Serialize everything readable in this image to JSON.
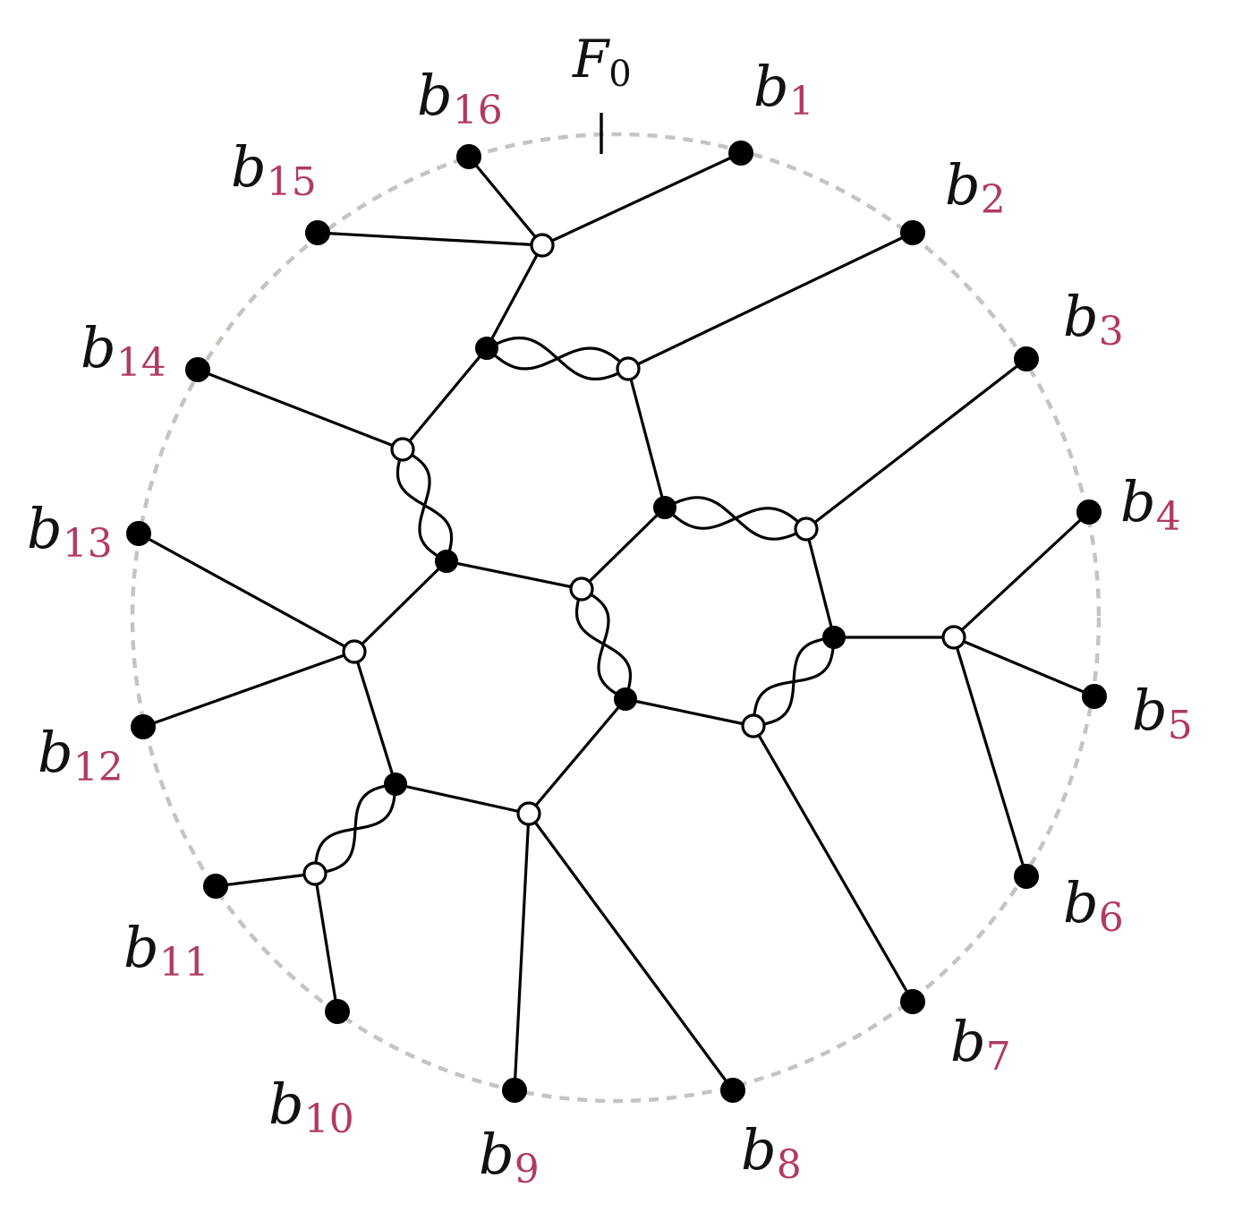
{
  "face_label": {
    "letter": "F",
    "index": "0"
  },
  "boundary_letter": "b",
  "boundary_labels": [
    "1",
    "2",
    "3",
    "4",
    "5",
    "6",
    "7",
    "8",
    "9",
    "10",
    "11",
    "12",
    "13",
    "14",
    "15",
    "16"
  ],
  "colors": {
    "boundary": "#c4c4c0",
    "index": "#b23a62",
    "edge": "#000000"
  },
  "node_types": [
    "black",
    "white"
  ]
}
